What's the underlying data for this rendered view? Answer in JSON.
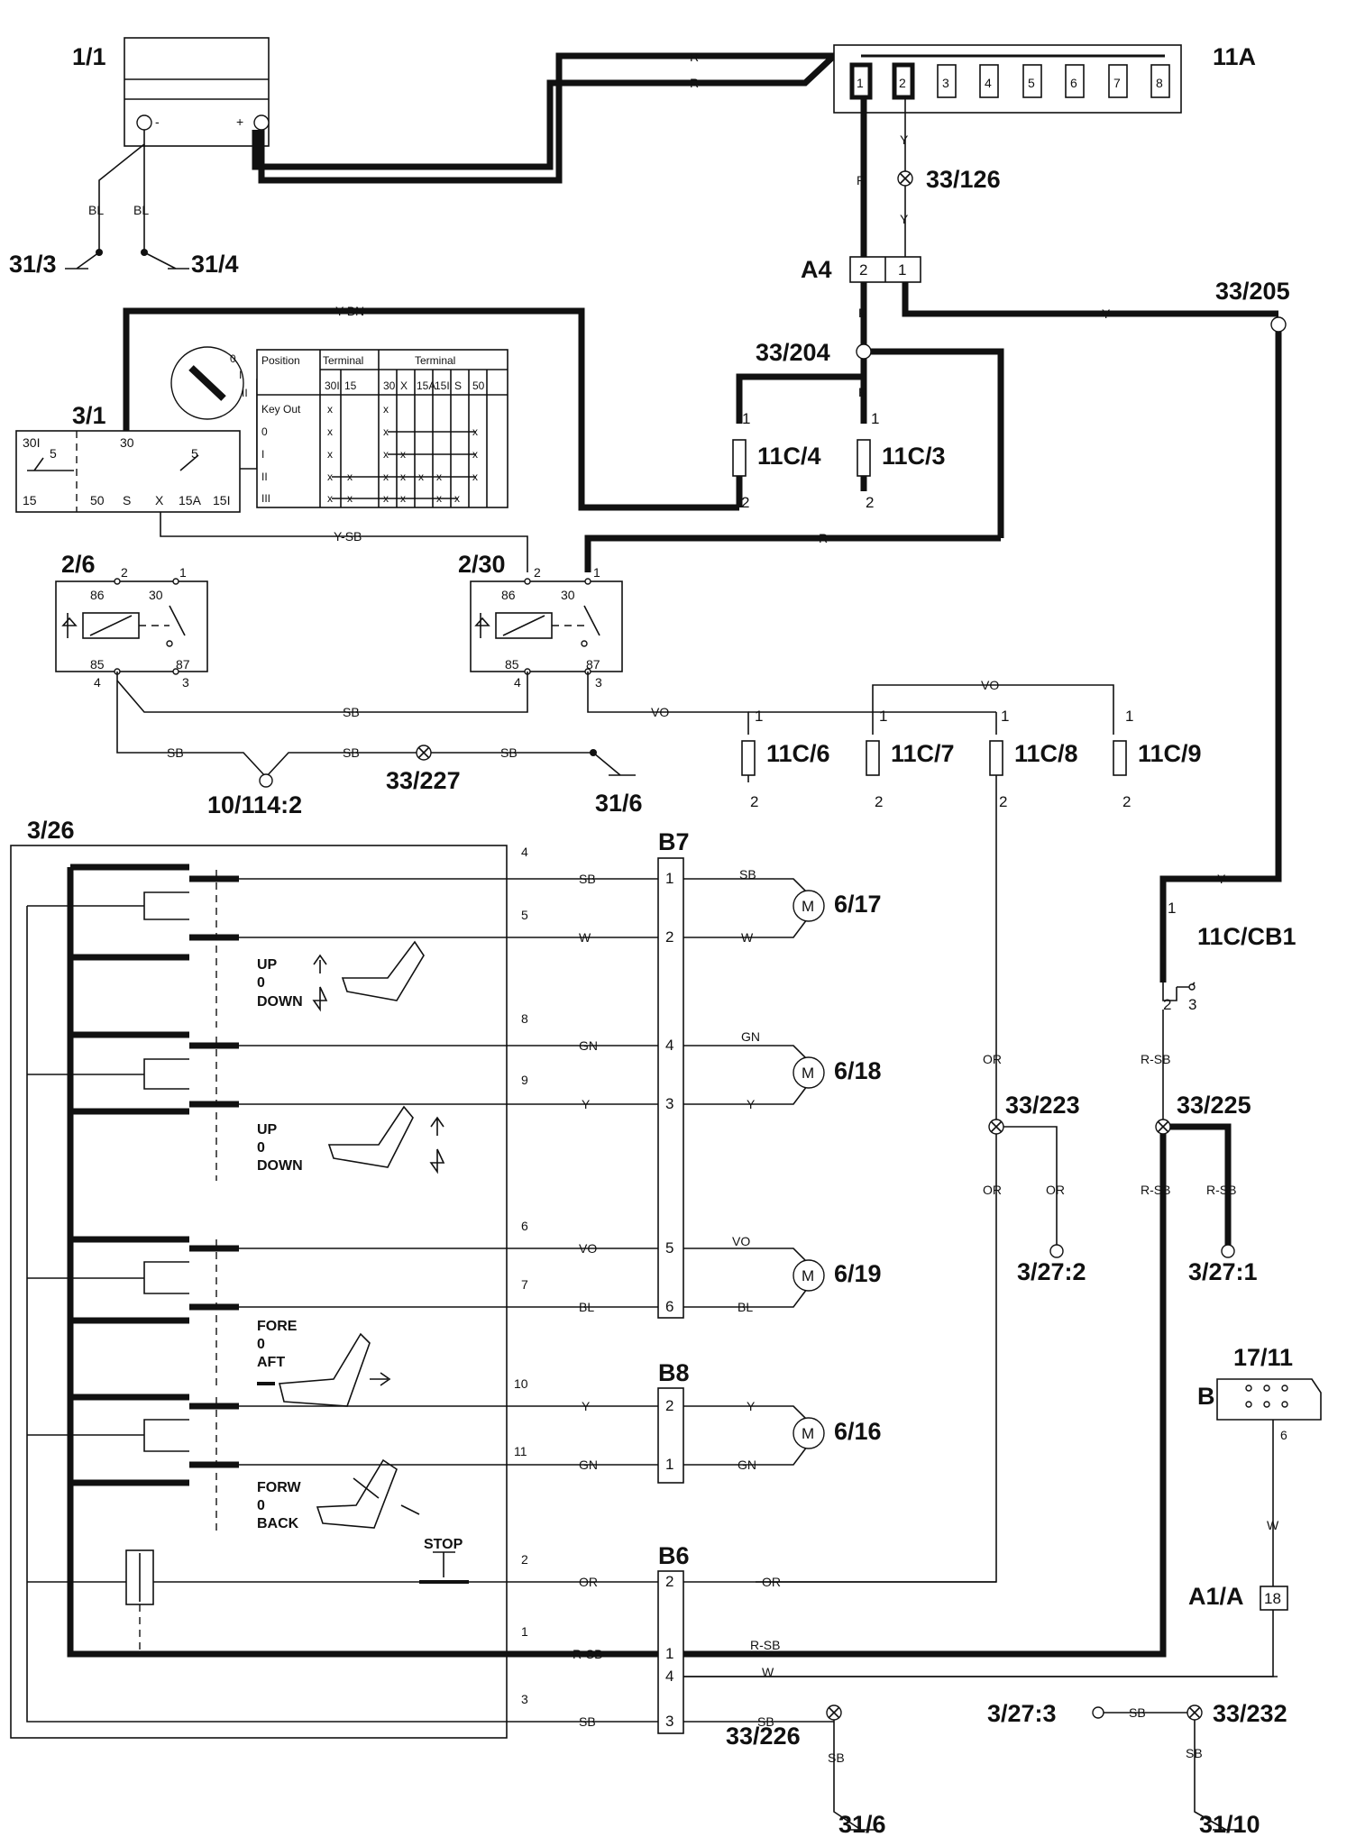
{
  "components": {
    "battery": "1/1",
    "fusebox_main": "11A",
    "ignition_switch": "3/1",
    "relay_left": "2/6",
    "relay_right": "2/30",
    "seat_switch": "3/26",
    "connector_a4": "A4",
    "connector_b7": "B7",
    "connector_b8": "B8",
    "connector_b6": "B6",
    "connector_a1a": "A1/A",
    "module": "17/11",
    "module_b": "B"
  },
  "grounds": [
    "31/3",
    "31/4",
    "31/6",
    "31/6",
    "31/10"
  ],
  "splices": [
    "33/126",
    "33/204",
    "33/205",
    "33/227",
    "33/223",
    "33/225",
    "33/226",
    "33/232"
  ],
  "fuses": [
    "11C/4",
    "11C/3",
    "11C/6",
    "11C/7",
    "11C/8",
    "11C/9",
    "11C/CB1"
  ],
  "motors": [
    "6/17",
    "6/18",
    "6/19",
    "6/16"
  ],
  "terminals": [
    "3/27:2",
    "3/27:1",
    "3/27:3",
    "10/114:2"
  ],
  "fuse_slots": [
    "1",
    "2",
    "3",
    "4",
    "5",
    "6",
    "7",
    "8"
  ],
  "wire_colors": [
    "R",
    "Y",
    "BL",
    "Y-BN",
    "Y-SB",
    "SB",
    "VO",
    "OR",
    "R-SB",
    "W",
    "GN"
  ],
  "ignition_table": {
    "headers": [
      "Position",
      "Terminal",
      "Terminal"
    ],
    "columns": [
      "30I",
      "15",
      "30",
      "X",
      "15A",
      "15I",
      "S",
      "50"
    ],
    "rows": [
      "Key Out",
      "0",
      "I",
      "II",
      "III"
    ]
  },
  "ignition_terminals": [
    "30I",
    "30",
    "15",
    "50",
    "S",
    "X",
    "15A",
    "15I"
  ],
  "switch_labels": {
    "s1": [
      "UP",
      "0",
      "DOWN"
    ],
    "s2": [
      "UP",
      "0",
      "DOWN"
    ],
    "s3": [
      "FORE",
      "0",
      "AFT"
    ],
    "s4": [
      "FORW",
      "0",
      "BACK"
    ],
    "stop": "STOP"
  },
  "relay_pins": [
    "86",
    "30",
    "85",
    "87"
  ],
  "battery_terms": [
    "-",
    "+"
  ]
}
